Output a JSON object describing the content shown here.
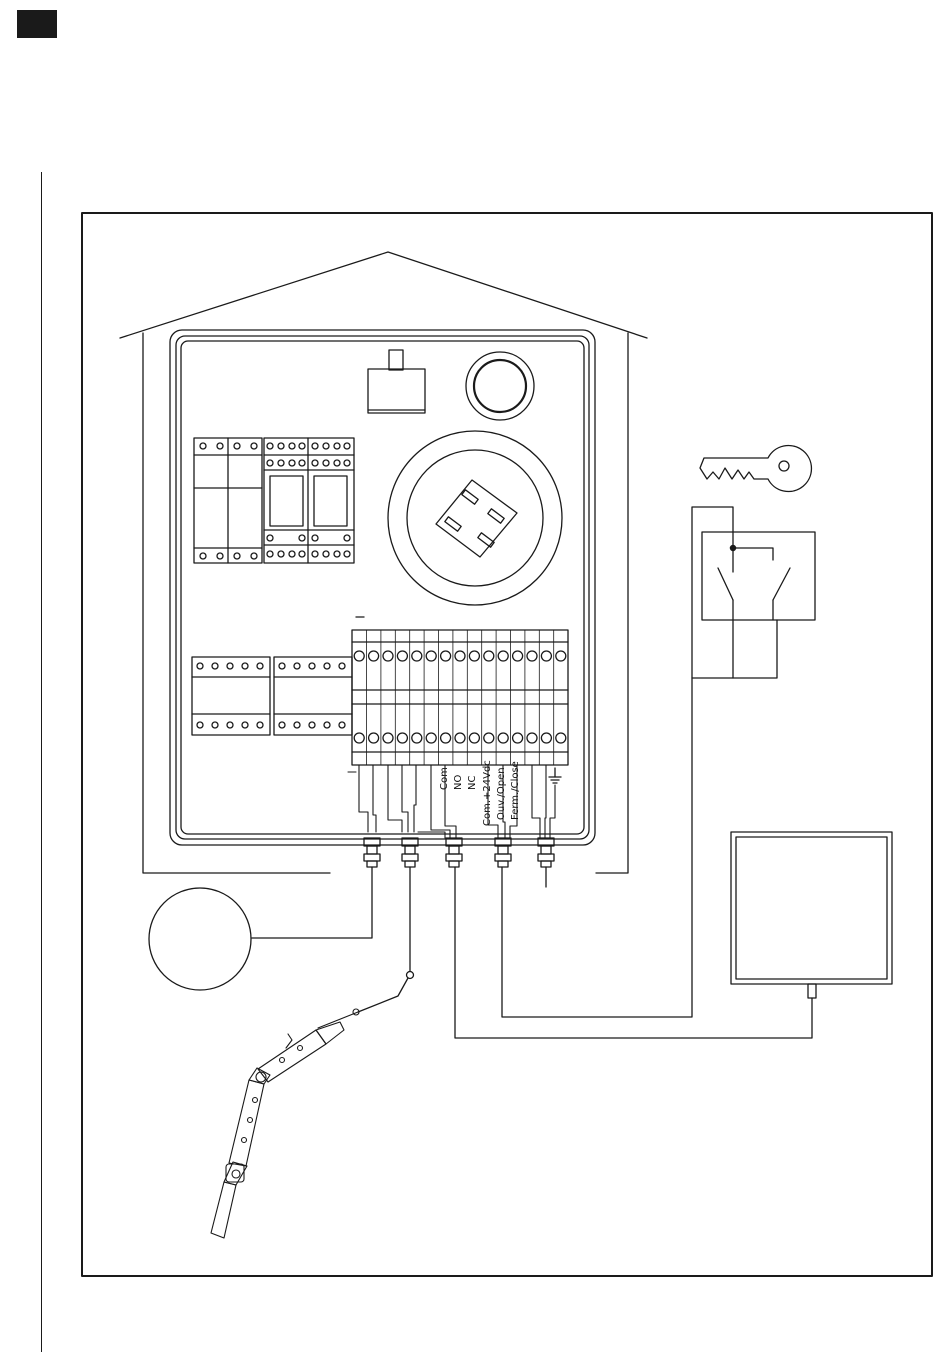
{
  "labels": {
    "com": "Com",
    "no": "NO",
    "nc": "NC",
    "com24": "Com.+24Vdc",
    "open": "Ouv./Open",
    "close": "Ferm./Close"
  },
  "colors": {
    "ink": "#1a1a1a",
    "paper": "#ffffff"
  },
  "icons": [
    "key-icon",
    "ground-icon",
    "push-button-icon",
    "selector-switch-icon"
  ]
}
